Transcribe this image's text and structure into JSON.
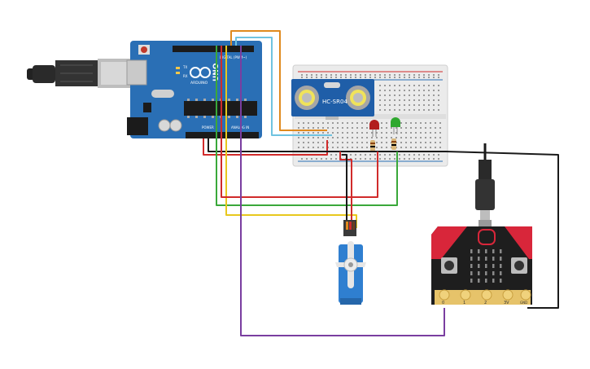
{
  "arduino": {
    "label_digital": "DIGITAL (PWM~)",
    "label_brand": "ARDUINO",
    "label_model": "UNO",
    "label_power": "POWER",
    "label_analog": "ANALOG IN",
    "label_tx": "TX",
    "label_rx": "RX"
  },
  "sensor": {
    "label": "HC-SR04"
  },
  "microbit": {
    "pins": [
      "0",
      "1",
      "2",
      "3V",
      "GND"
    ]
  },
  "colors": {
    "wire_orange": "#e08a1e",
    "wire_blue": "#6fc3e0",
    "wire_red": "#d12b2b",
    "wire_black": "#1a1a1a",
    "wire_green": "#3aa83a",
    "wire_yellow": "#e8c81e",
    "wire_purple": "#7a3ea0",
    "board_blue": "#2a6fb5",
    "servo_blue": "#2f7fd0",
    "microbit_black": "#1e1e1e",
    "microbit_red": "#d8263a"
  }
}
